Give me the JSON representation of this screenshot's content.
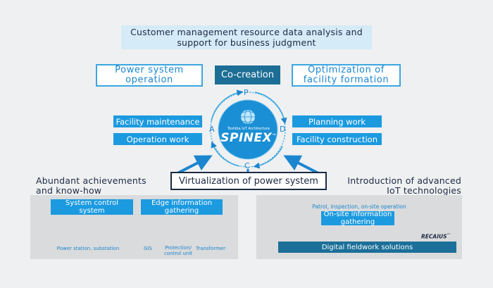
{
  "top": {
    "line1": "Customer management resource data analysis and",
    "line2": "support for business judgment"
  },
  "left_goal": {
    "line1": "Power system",
    "line2": "operation"
  },
  "cocreation": "Co-creation",
  "right_goal": {
    "line1": "Optimization of",
    "line2": "facility formation"
  },
  "cycle": {
    "p": "P",
    "d": "D",
    "c": "C",
    "a": "A"
  },
  "logo": {
    "sub": "Toshiba IoT Architecture",
    "main": "SPINEX",
    "tm": "™"
  },
  "left_tasks": [
    "Facility maintenance",
    "Operation work"
  ],
  "right_tasks": [
    "Planning work",
    "Facility construction"
  ],
  "virtualization": "Virtualization of power system",
  "left_section": {
    "title1": "Abundant achievements",
    "title2": "and know-how",
    "system_control": {
      "line1": "System control",
      "line2": "system"
    },
    "edge": {
      "line1": "Edge information",
      "line2": "gathering"
    },
    "captions": {
      "power_station": "Power station, substation",
      "gis": "GIS",
      "protection1": "Protection/",
      "protection2": "control unit",
      "transformer": "Transformer"
    }
  },
  "right_section": {
    "title1": "Introduction of advanced",
    "title2": "IoT technologies",
    "patrol": "Patrol, inspection, on-site operation",
    "onsite": {
      "line1": "On-site information",
      "line2": "gathering"
    },
    "recaius": "RECAIUS",
    "recaius_tm": "™",
    "digital": "Digital fieldwork solutions"
  },
  "colors": {
    "background": "#eff0f1",
    "accent_blue": "#1b9ae0",
    "dark_teal": "#1d6e95",
    "light_blue": "#d5ebf7",
    "navy_text": "#1c2a44",
    "panel_gray": "#dadbdc"
  },
  "icons": [
    "globe-icon",
    "transmission-tower-icon",
    "substation-icon",
    "gis-switchgear-icon",
    "control-unit-icon",
    "transformer-icon",
    "drone-icon",
    "worker-helmet-icon",
    "tablet-icon"
  ]
}
